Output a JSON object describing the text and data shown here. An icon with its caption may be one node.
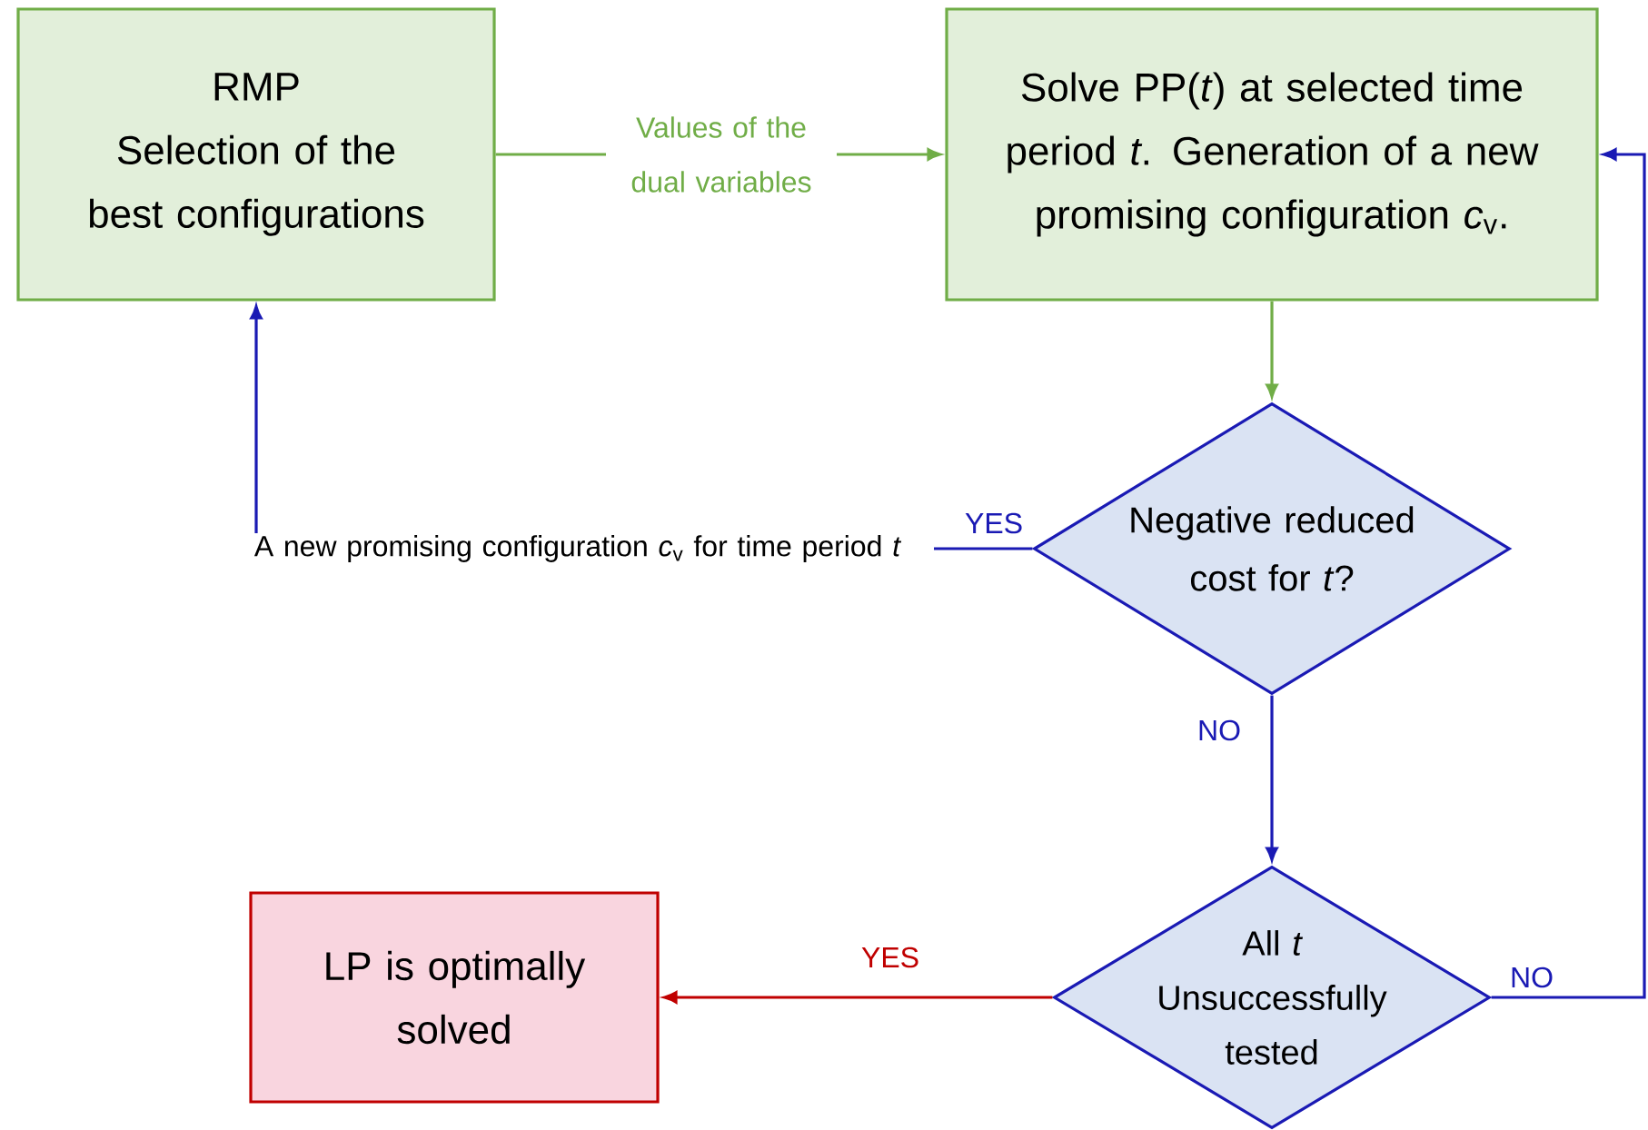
{
  "diagram": {
    "nodes": [
      {
        "text": [
          "RMP",
          "Selection of the best configurations"
        ]
      },
      {
        "text": [
          "Solve PP(*t*) at selected time period *t*. Generation of a new promising configuration *c*$_{v}$."
        ]
      },
      {
        "text": [
          "Negative reduced cost for *t*?"
        ]
      },
      {
        "text": [
          "All *t* Unsuccessfully tested"
        ]
      },
      {
        "text": [
          "LP is optimally solved"
        ]
      }
    ],
    "edges": [
      {
        "from": 0,
        "to": 1,
        "arrow": "to",
        "label": "Values of the dual variables",
        "color": "#70ad47"
      },
      {
        "from": 1,
        "to": 2,
        "arrow": "to",
        "color": "#70ad47"
      },
      {
        "from": 2,
        "to": 0,
        "arrow": "to",
        "label": "YES"
      },
      {
        "from": 2,
        "to": 3,
        "arrow": "to",
        "label": "NO"
      },
      {
        "from": 3,
        "to": 4,
        "arrow": "to",
        "label": "YES",
        "color": "#c00000"
      },
      {
        "from": 3,
        "to": 1,
        "arrow": "to",
        "label": "NO"
      }
    ],
    "labels": [
      "A new promising configuration *c*$_{v}$ for time period *t*"
    ]
  }
}
